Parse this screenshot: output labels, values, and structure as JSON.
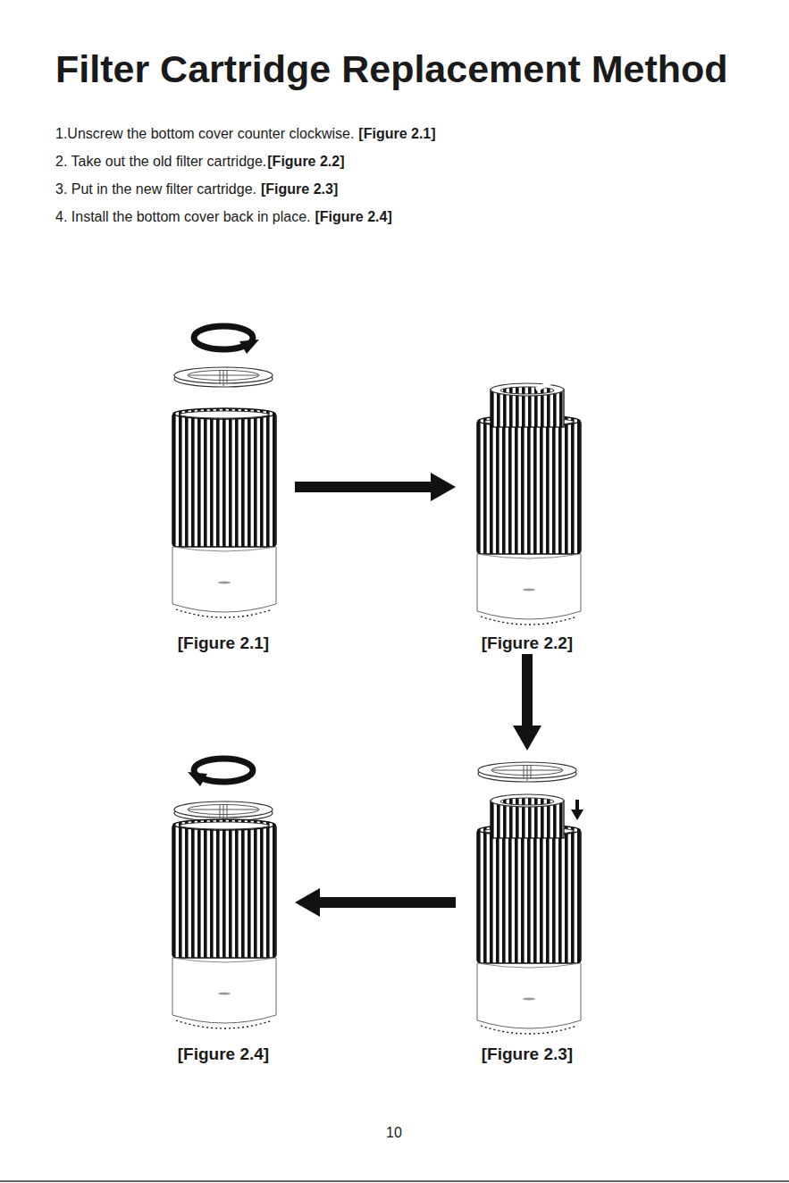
{
  "diagram": {
    "title": "Filter Cartridge Replacement Method",
    "nodes": [
      {
        "text": [
          "[Figure 2.1]"
        ]
      },
      {
        "text": [
          "[Figure 2.2]"
        ]
      },
      {
        "text": [
          "[Figure 2.3]"
        ]
      },
      {
        "text": [
          "[Figure 2.4]"
        ]
      }
    ],
    "edges": [
      {
        "from": 0,
        "to": 1,
        "arrow": "to"
      },
      {
        "from": 1,
        "to": 2,
        "arrow": "to"
      },
      {
        "from": 2,
        "to": 3,
        "arrow": "to"
      }
    ],
    "labels": [
      "1.Unscrew the bottom cover counter clockwise.",
      "[Figure 2.1]",
      "2. Take out the old filter cartridge.",
      "[Figure 2.2]",
      "3. Put in the new filter cartridge.",
      "[Figure 2.3]",
      "4. Install the bottom cover back in place.",
      "[Figure 2.4]",
      "10"
    ]
  }
}
